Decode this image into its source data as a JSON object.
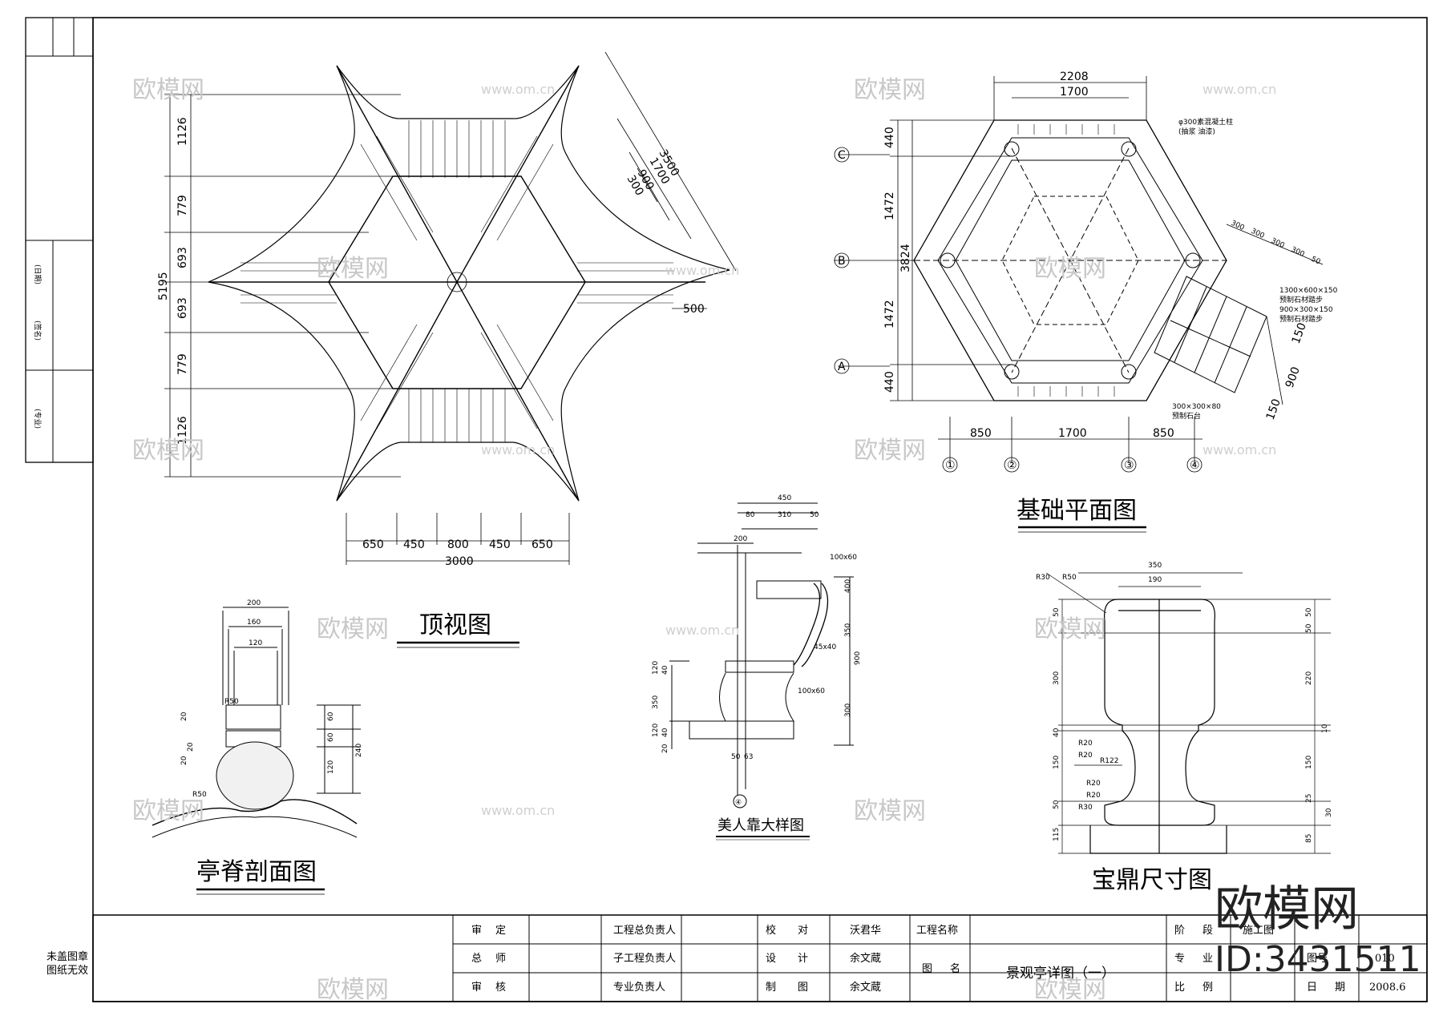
{
  "drawings": {
    "top_view": {
      "title": "顶视图"
    },
    "foundation_plan": {
      "title": "基础平面图"
    },
    "ridge_section": {
      "title": "亭脊剖面图"
    },
    "bench_detail": {
      "title": "美人靠大样图"
    },
    "finial_dims": {
      "title": "宝鼎尺寸图"
    }
  },
  "top_view_dims": {
    "left": [
      "1126",
      "779",
      "693",
      "693",
      "779",
      "1126"
    ],
    "total": "5195",
    "bottom": [
      "650",
      "450",
      "800",
      "450",
      "650"
    ],
    "bottom_total": "3000",
    "diag": [
      "3500",
      "1700",
      "900",
      "300"
    ],
    "overhang": "500"
  },
  "foundation_dims": {
    "top": [
      "2208",
      "1700"
    ],
    "left": [
      "440",
      "1472",
      "1472",
      "440"
    ],
    "left_total": "3824",
    "bottom": [
      "850",
      "1700",
      "850"
    ],
    "axes_row": [
      "①",
      "②",
      "③",
      "④"
    ],
    "axes_col": [
      "C",
      "B",
      "A"
    ],
    "side": [
      "300",
      "300",
      "300",
      "300",
      "50"
    ],
    "stairs": [
      "150",
      "900",
      "150"
    ],
    "notes": [
      "φ300素混凝土柱",
      "(抽浆 油漆)",
      "1300×600×150",
      "预制石材踏步",
      "900×300×150",
      "预制石材踏步",
      "300×300×80",
      "预制石台"
    ]
  },
  "ridge_dims": {
    "top": [
      "200",
      "160",
      "120"
    ],
    "right": [
      "60",
      "60",
      "120"
    ],
    "right_total": "240",
    "left": [
      "20",
      "20",
      "20"
    ],
    "radius": [
      "R50",
      "R50"
    ]
  },
  "bench_dims": {
    "top": [
      "450",
      "80",
      "310",
      "50"
    ],
    "note1": "100x60",
    "note2": "45x40",
    "note3": "100x60",
    "axis": "④",
    "left": [
      "120",
      "40",
      "350",
      "120",
      "40",
      "20"
    ],
    "right": [
      "400",
      "350",
      "300"
    ],
    "dim200": "200",
    "center": "900",
    "bottom": [
      "50",
      "63"
    ]
  },
  "finial": {
    "top": [
      "350",
      "190"
    ],
    "left_vals": [
      "50",
      "300",
      "40",
      "150",
      "50",
      "115"
    ],
    "right_vals": [
      "50",
      "50",
      "220",
      "10",
      "150",
      "25",
      "30",
      "85"
    ],
    "radii": [
      "R30",
      "R50",
      "R20",
      "R20",
      "R122",
      "R20",
      "R20",
      "R30"
    ]
  },
  "side_panel": {
    "labels": [
      "(日期)",
      "(签名)",
      "(专业)"
    ]
  },
  "stamp_note": [
    "未盖图章",
    "图纸无效"
  ],
  "title_block": {
    "r1": [
      "审",
      "定",
      "工程总负责人",
      "校",
      "对",
      "沃君华",
      "工程名称",
      "阶",
      "段",
      "施工图"
    ],
    "r2": [
      "总",
      "师",
      "子工程负责人",
      "设",
      "计",
      "余文蔵",
      "图",
      "名",
      "景观亭详图（一）",
      "专",
      "业",
      "图号",
      "010"
    ],
    "r3": [
      "审",
      "核",
      "专业负责人",
      "制",
      "图",
      "余文蔵",
      "比",
      "例",
      "日",
      "期",
      "2008.6"
    ]
  },
  "watermark": {
    "brand": "欧模网",
    "site": "www.om.cn",
    "id": "ID:3431511"
  }
}
